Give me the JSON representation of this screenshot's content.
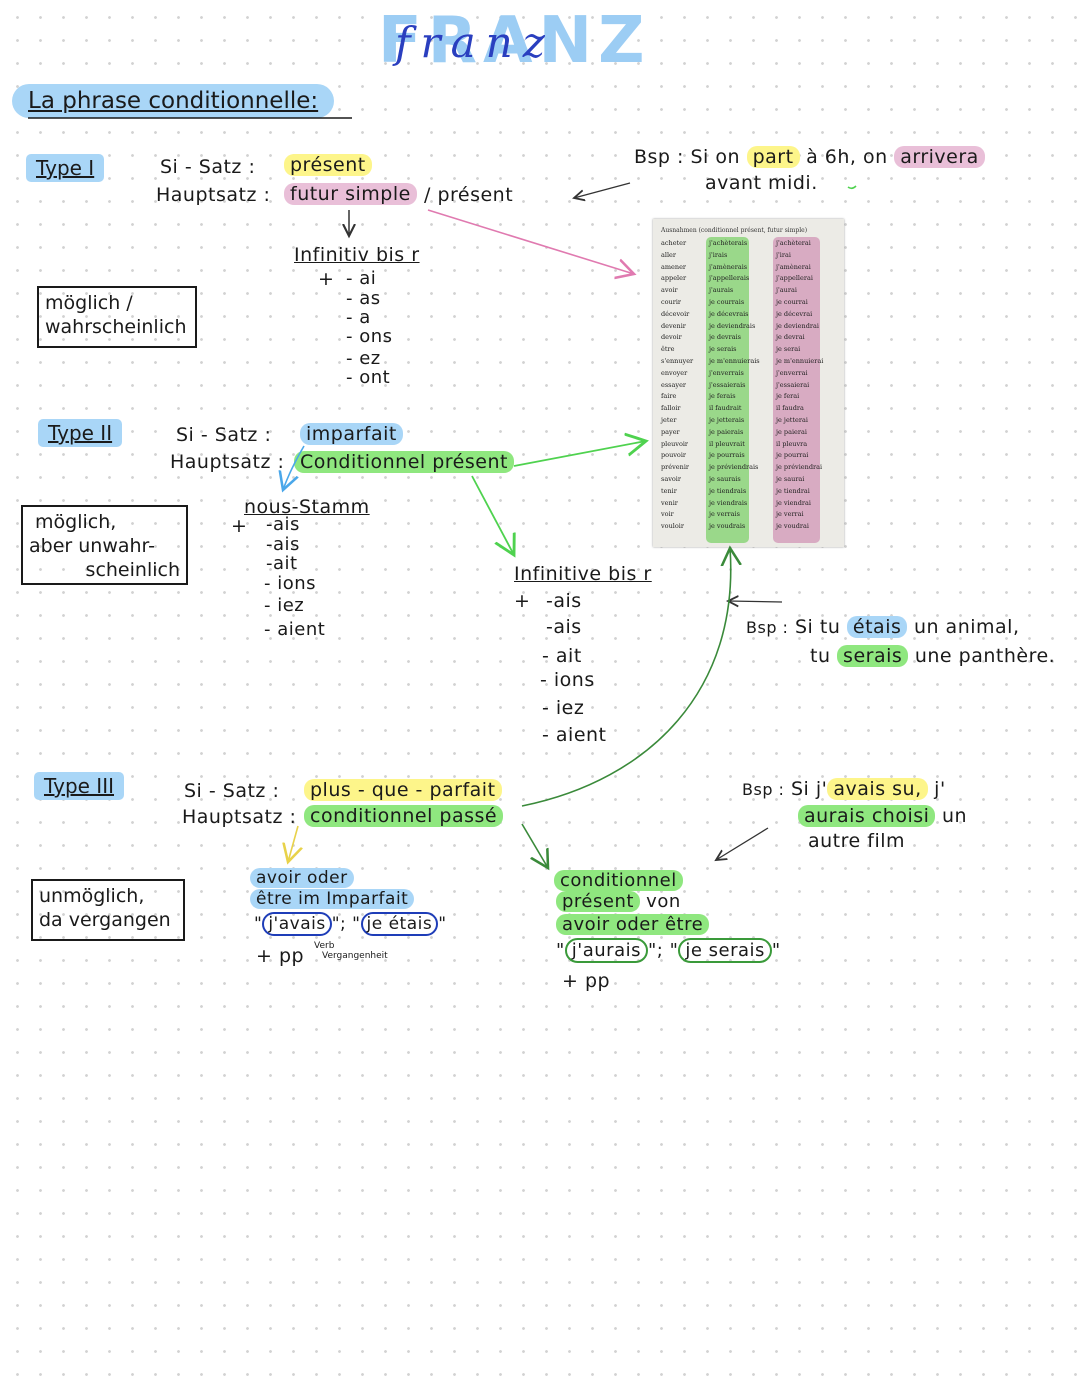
{
  "header": {
    "title": "FRANZ",
    "title_script": "franz",
    "subtitle": "La phrase conditionnelle:"
  },
  "type1": {
    "label": "Type I",
    "si_label": "Si - Satz :",
    "si_tense": "présent",
    "haupt_label": "Hauptsatz :",
    "haupt_tense": "futur simple",
    "haupt_alt": "/ présent",
    "stem": "Infinitiv bis r",
    "plus": "+",
    "endings": [
      "- ai",
      "- as",
      "- a",
      "- ons",
      "- ez",
      "- ont"
    ],
    "box_line1": "möglich /",
    "box_line2": "wahrscheinlich",
    "example": {
      "bsp": "Bsp :",
      "pre1": "Si on",
      "hl1": "part",
      "mid1": "à 6h, on",
      "hl2": "arrivera",
      "line2": "avant midi."
    }
  },
  "type2": {
    "label": "Type II",
    "si_label": "Si - Satz :",
    "si_tense": "imparfait",
    "haupt_label": "Hauptsatz :",
    "haupt_tense": "Conditionnel présent",
    "stem": "nous-Stamm",
    "plus": "+",
    "endings": [
      "-ais",
      "-ais",
      "-ait",
      "- ions",
      "- iez",
      "- aient"
    ],
    "box_line1": "möglich,",
    "box_line2": "aber unwahr-",
    "box_line3": "scheinlich",
    "stem2": "Infinitive bis r",
    "plus2": "+",
    "endings2": [
      "-ais",
      "-ais",
      "- ait",
      "- ions",
      "- iez",
      "- aient"
    ],
    "example": {
      "bsp": "Bsp :",
      "pre1": "Si tu",
      "hl1": "étais",
      "post1": "un animal,",
      "pre2": "tu",
      "hl2": "serais",
      "post2": "une panthère."
    }
  },
  "type3": {
    "label": "Type III",
    "si_label": "Si - Satz :",
    "si_tense": "plus - que - parfait",
    "haupt_label": "Hauptsatz :",
    "haupt_tense": "conditionnel passé",
    "box_line1": "unmöglich,",
    "box_line2": "da vergangen",
    "left_line1": "avoir oder",
    "left_line2": "être im Imparfait",
    "left_ex1": "j'avais",
    "left_sep": ";",
    "left_ex2": "je étais",
    "left_pp": "+ pp",
    "left_note1": "Verb",
    "left_note2": "Vergangenheit",
    "right_line1": "conditionnel",
    "right_line2a": "présent",
    "right_line2b": "von",
    "right_line3": "avoir oder être",
    "right_ex1": "j'aurais",
    "right_sep": ";",
    "right_ex2": "je serais",
    "right_pp": "+ pp",
    "example": {
      "bsp": "Bsp :",
      "pre1": "Si j'",
      "hl1": "avais su,",
      "post1": "j'",
      "hl2": "aurais choisi",
      "post2": "un",
      "line3": "autre film"
    }
  },
  "photo_table": {
    "header": "Ausnahmen (conditionnel présent, futur simple)",
    "rows": [
      [
        "acheter",
        "j'achèterais",
        "j'achèterai"
      ],
      [
        "aller",
        "j'irais",
        "j'irai"
      ],
      [
        "amener",
        "j'amènerais",
        "j'amènerai"
      ],
      [
        "appeler",
        "j'appellerais",
        "j'appellerai"
      ],
      [
        "avoir",
        "j'aurais",
        "j'aurai"
      ],
      [
        "courir",
        "je courrais",
        "je courrai"
      ],
      [
        "décevoir",
        "je décevrais",
        "je décevrai"
      ],
      [
        "devenir",
        "je deviendrais",
        "je deviendrai"
      ],
      [
        "devoir",
        "je devrais",
        "je devrai"
      ],
      [
        "être",
        "je serais",
        "je serai"
      ],
      [
        "s'ennuyer",
        "je m'ennuierais",
        "je m'ennuierai"
      ],
      [
        "envoyer",
        "j'enverrais",
        "j'enverrai"
      ],
      [
        "essayer",
        "j'essaierais",
        "j'essaierai"
      ],
      [
        "faire",
        "je ferais",
        "je ferai"
      ],
      [
        "falloir",
        "il faudrait",
        "il faudra"
      ],
      [
        "jeter",
        "je jetterais",
        "je jetterai"
      ],
      [
        "payer",
        "je paierais",
        "je paierai"
      ],
      [
        "pleuvoir",
        "il pleuvrait",
        "il pleuvra"
      ],
      [
        "pouvoir",
        "je pourrais",
        "je pourrai"
      ],
      [
        "prévenir",
        "je préviendrais",
        "je préviendrai"
      ],
      [
        "savoir",
        "je saurais",
        "je saurai"
      ],
      [
        "tenir",
        "je tiendrais",
        "je tiendrai"
      ],
      [
        "venir",
        "je viendrais",
        "je viendrai"
      ],
      [
        "voir",
        "je verrais",
        "je verrai"
      ],
      [
        "vouloir",
        "je voudrais",
        "je voudrai"
      ]
    ]
  },
  "colors": {
    "yellow": "#fdf58a",
    "pink": "#e9bfd8",
    "blue": "#a9d6f7",
    "green": "#8fe77f",
    "ink": "#1a1a1a"
  }
}
